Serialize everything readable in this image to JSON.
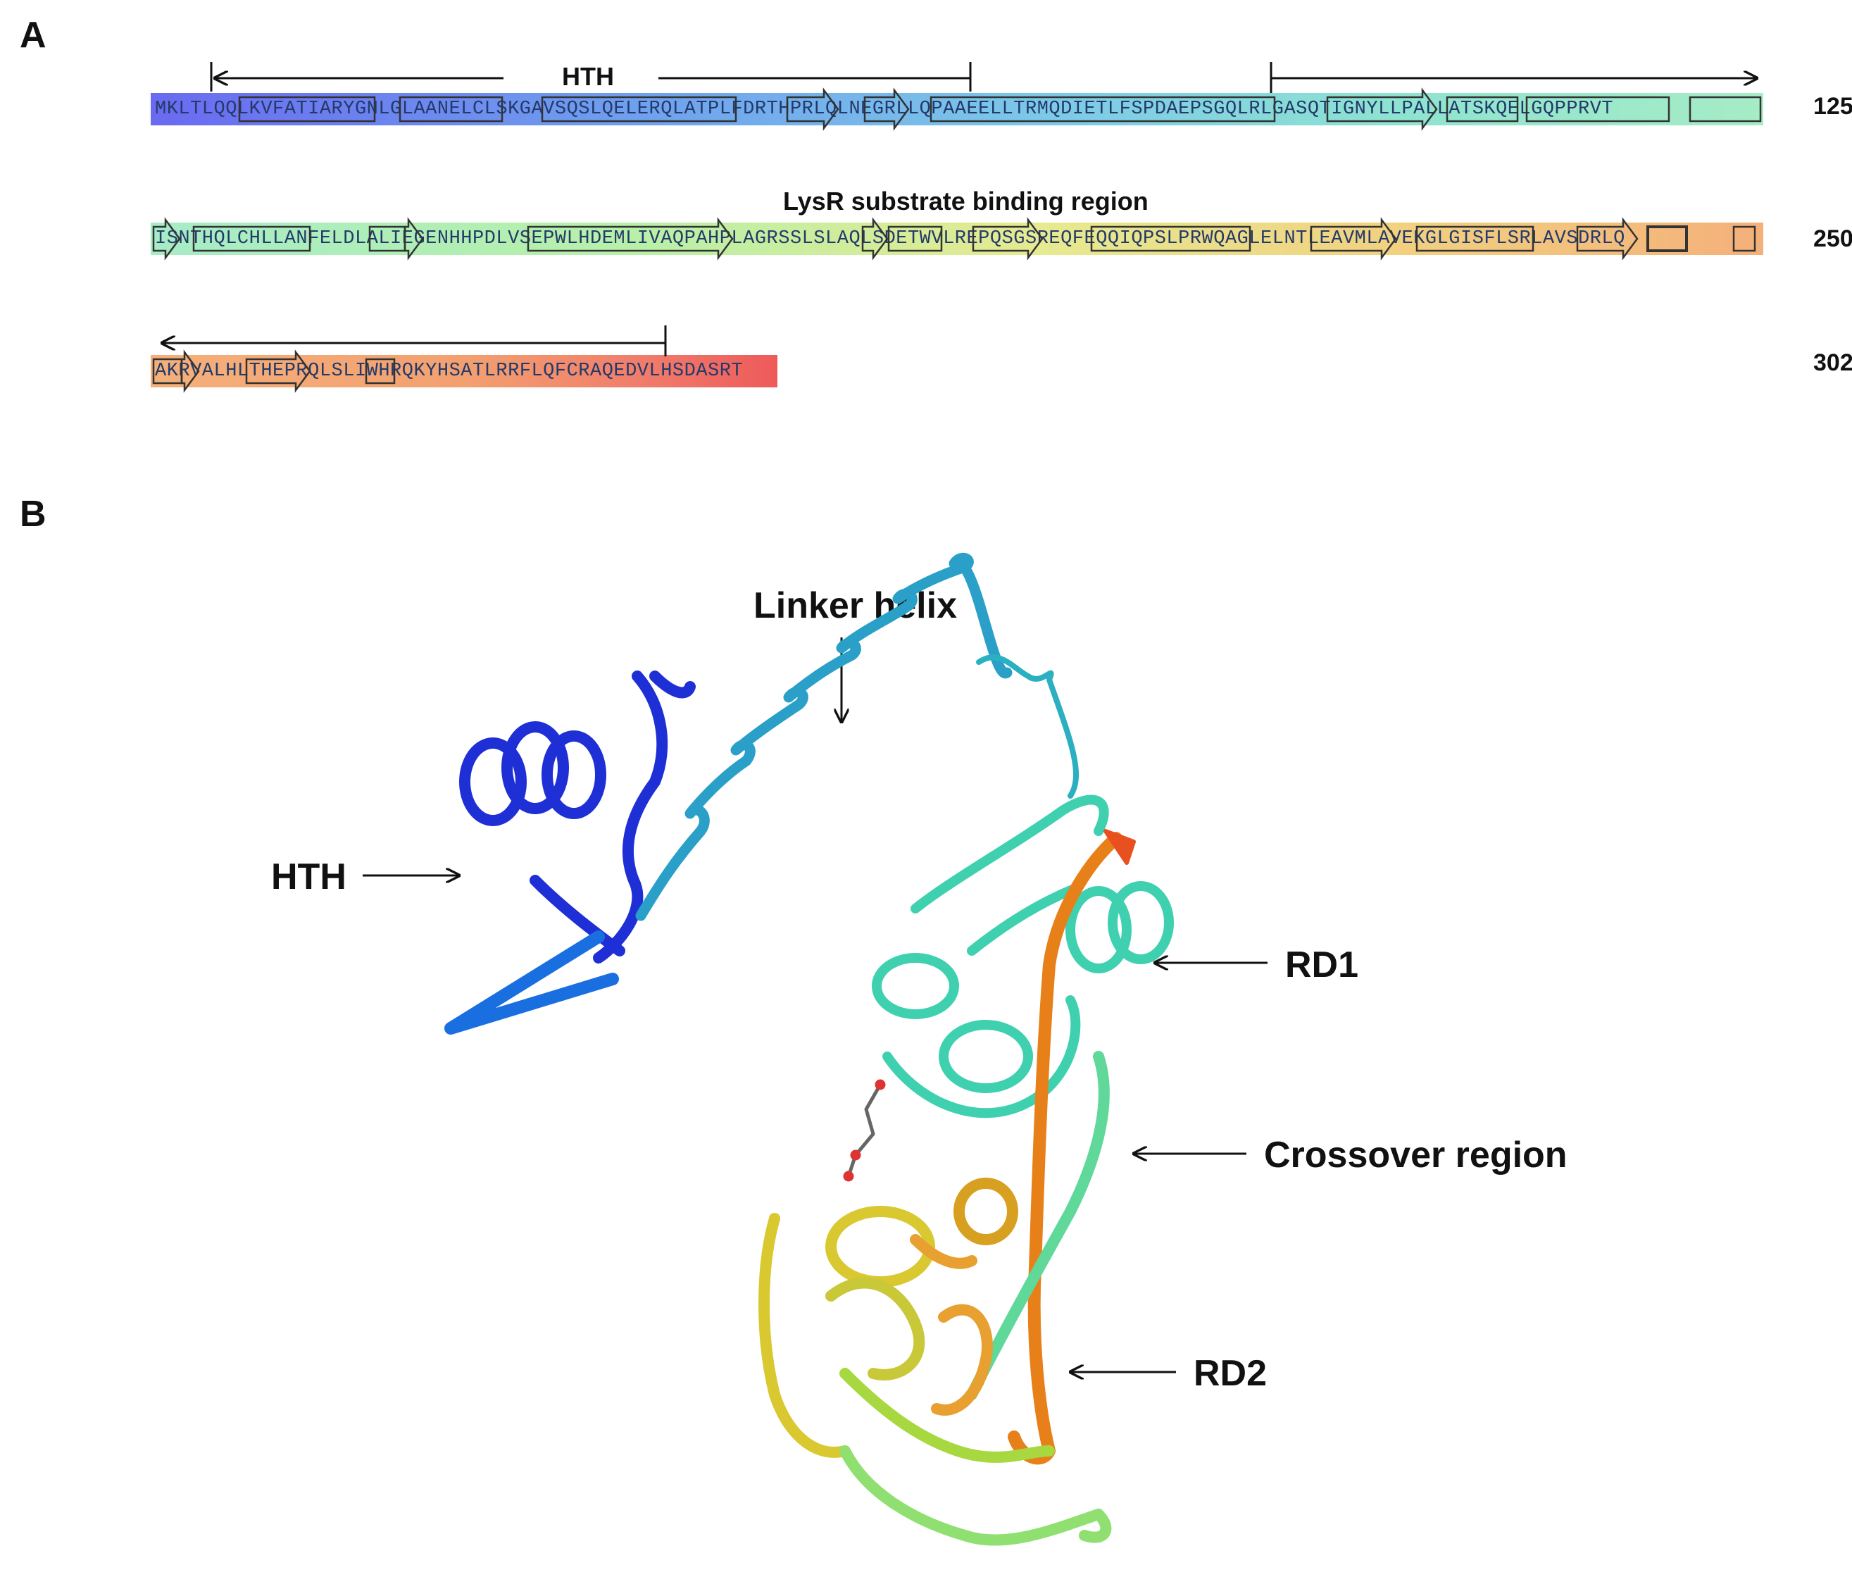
{
  "panels": {
    "a_label": "A",
    "b_label": "B"
  },
  "sequence": {
    "rows": [
      {
        "text": "MKLTLQQLKVFATIARYGNLGLAANELCLSKGAVSQSLQELERQLATPLFDRTHPRLQLNEGRLLQPAAEELLTRMQDIETLFSPDAEPSGQLRLGASQTIGNYLLPALLATSKQELGQPPRVT",
        "end": "125"
      },
      {
        "text": "ISNTHQLCHLLANFELDLALIEGENHHPDLVSEPWLHDEMLIVAQPAHPLAGRSSLSLAQLSDETWVLREPQSGSREQFEQQIQPSLPRWQAGLELNTLEAVMLAVEKGLGISFLSRLAVSDRLQ",
        "end": "250"
      },
      {
        "text": "AKRVALHLTHEPRQLSLIWHRQKYHSATLRRFLQFCRAQEDVLHSDASRT",
        "end": "302"
      }
    ]
  },
  "regions": {
    "hth": "HTH",
    "lysr": "LysR substrate binding region"
  },
  "structure_labels": {
    "linker": "Linker helix",
    "hth": "HTH",
    "rd1": "RD1",
    "crossover": "Crossover region",
    "rd2": "RD2"
  },
  "colors": {
    "blue": "#1f2fd6",
    "cyan": "#2aa0c8",
    "teal": "#3fd0b0",
    "green": "#8fe070",
    "yellow": "#d9c830",
    "orange": "#e8801a",
    "red": "#e84a3a"
  }
}
